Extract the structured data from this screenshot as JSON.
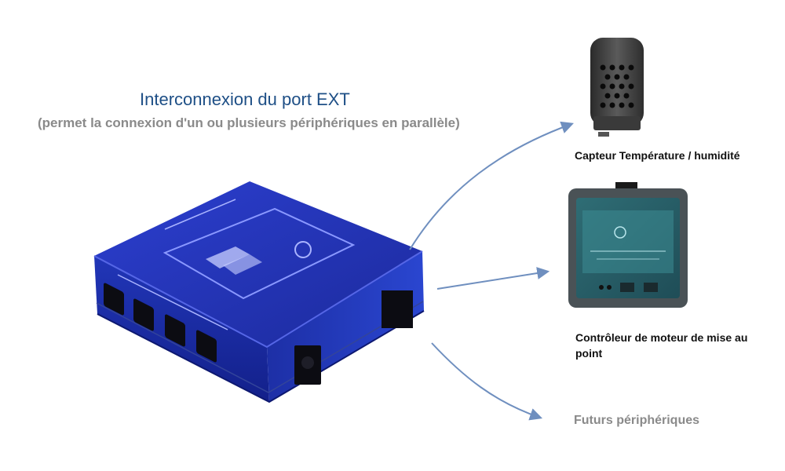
{
  "title": "Interconnexion du port EXT",
  "subtitle": "(permet la connexion d'un ou plusieurs périphériques en parallèle)",
  "peripherals": {
    "sensor_label": "Capteur Température / humidité",
    "motor_label": "Contrôleur de moteur de mise au point",
    "future_label": "Futurs périphériques"
  },
  "colors": {
    "title": "#1e4f86",
    "arrow": "#6f8fbf",
    "box_blue": "#2b3fbf",
    "muted_text": "#8a8a8a"
  }
}
